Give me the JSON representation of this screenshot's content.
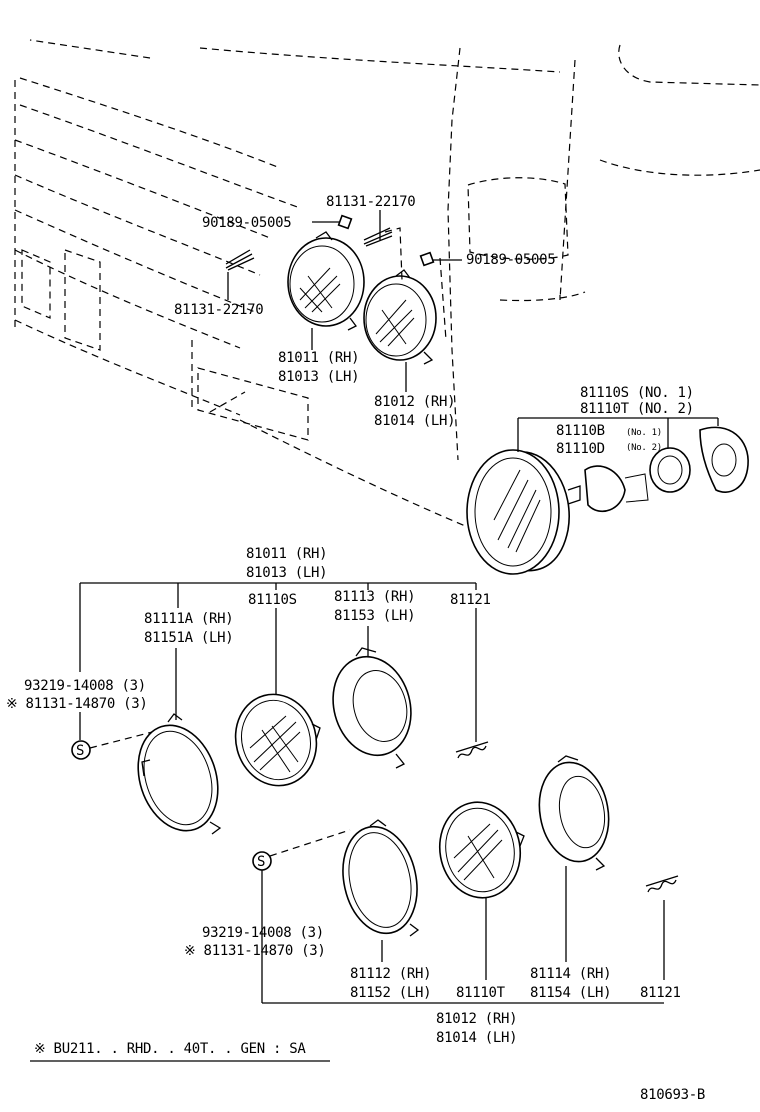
{
  "labels": {
    "bolt_upper": "81131-22170",
    "screw_upper_left": "90189-05005",
    "screw_upper_right": "90189-05005",
    "bolt_left": "81131-22170",
    "unit_a_rh": "81011 (RH)",
    "unit_a_lh": "81013 (LH)",
    "unit_b_rh": "81012 (RH)",
    "unit_b_lh": "81014 (LH)",
    "sealed_no1": "81110S (NO. 1)",
    "sealed_no2": "81110T (NO. 2)",
    "bulb_b": "81110B",
    "bulb_b_note": "(No. 1)",
    "bulb_d": "81110D",
    "bulb_d_note": "(No. 2)",
    "asm_a_rh": "81011 (RH)",
    "asm_a_lh": "81013 (LH)",
    "ring_a_rh": "81111A (RH)",
    "ring_a_lh": "81151A (LH)",
    "lamp_s": "81110S",
    "housing_a_rh": "81113 (RH)",
    "housing_a_lh": "81153 (LH)",
    "spring_a": "81121",
    "screw_a1": "93219-14008 (3)",
    "screw_a2": "※ 81131-14870 (3)",
    "s_mark": "S",
    "screw_b1": "93219-14008 (3)",
    "screw_b2": "※ 81131-14870 (3)",
    "ring_b_rh": "81112 (RH)",
    "ring_b_lh": "81152 (LH)",
    "lamp_t": "81110T",
    "housing_b_rh": "81114 (RH)",
    "housing_b_lh": "81154 (LH)",
    "spring_b": "81121",
    "asm_b_rh": "81012 (RH)",
    "asm_b_lh": "81014 (LH)",
    "footnote": "※ BU211. . RHD. . 40T. . GEN : SA",
    "diagram_id": "810693-B"
  }
}
